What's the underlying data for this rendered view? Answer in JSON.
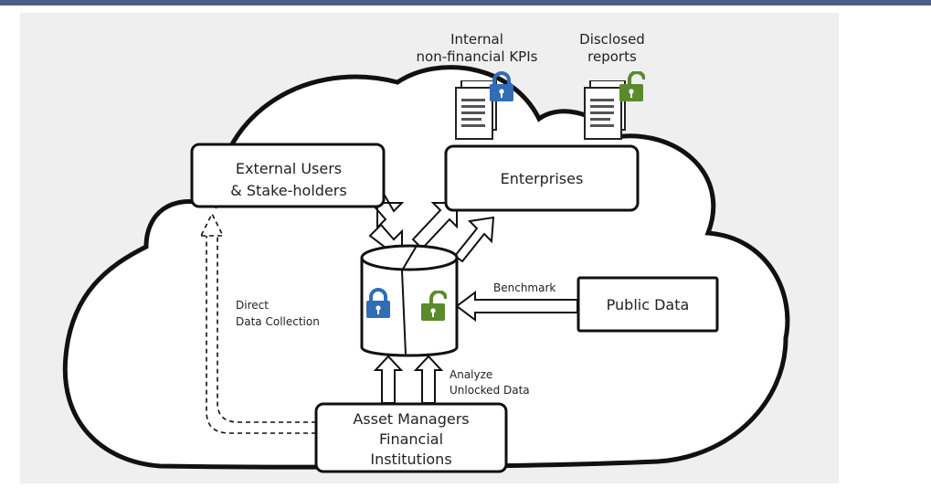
{
  "nodes": {
    "external_users": [
      "External Users",
      "& Stake-holders"
    ],
    "enterprises": "Enterprises",
    "public_data": "Public Data",
    "asset_managers": [
      "Asset Managers",
      "Financial",
      "Institutions"
    ]
  },
  "doc_labels": {
    "internal": [
      "Internal",
      "non-financial KPIs"
    ],
    "disclosed": [
      "Disclosed",
      "reports"
    ]
  },
  "edge_labels": {
    "benchmark": "Benchmark",
    "direct": [
      "Direct",
      "Data Collection"
    ],
    "analyze": [
      "Analyze",
      "Unlocked Data"
    ]
  },
  "colors": {
    "locked": "#2f6db5",
    "unlocked": "#5a8a2c",
    "frame": "#4a5f86",
    "panel": "#efefef"
  },
  "icons": [
    "locked-padlock-icon",
    "unlocked-padlock-icon",
    "document-icon"
  ]
}
